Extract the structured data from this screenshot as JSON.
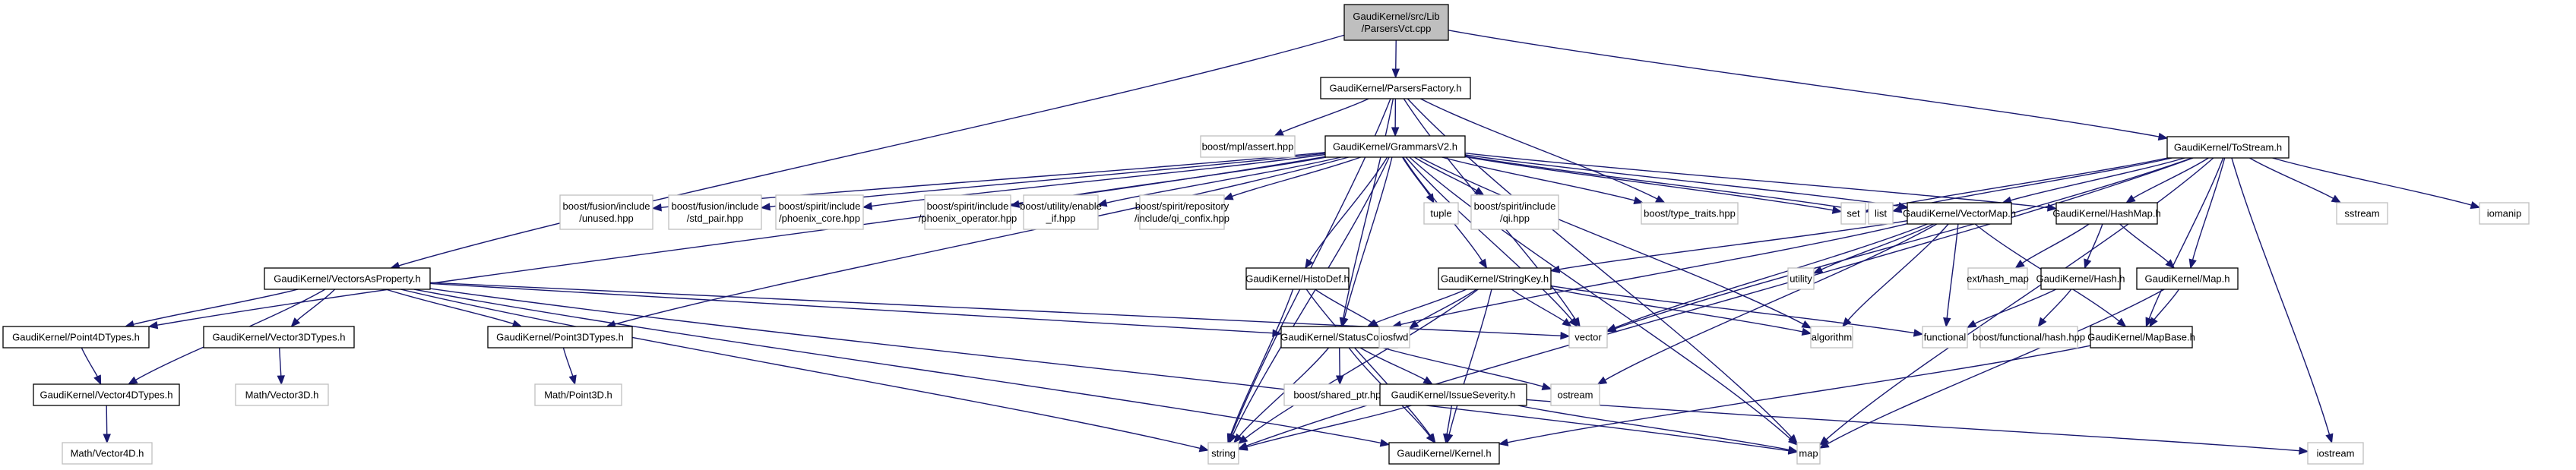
{
  "title": "Include dependency graph for GaudiKernel/src/Lib/ParsersVct.cpp",
  "colors": {
    "edge": "#191970",
    "root_fill": "#bfbfbf",
    "internal_border": "#000000",
    "external_border": "#bfbfbf"
  },
  "nodes": [
    {
      "id": "root",
      "kind": "root",
      "lines": [
        "GaudiKernel/src/Lib",
        "/ParsersVct.cpp"
      ]
    },
    {
      "id": "parsersfactory",
      "kind": "internal",
      "lines": [
        "GaudiKernel/ParsersFactory.h"
      ]
    },
    {
      "id": "mplassert",
      "kind": "external",
      "lines": [
        "boost/mpl/assert.hpp"
      ]
    },
    {
      "id": "grammarsv2",
      "kind": "internal",
      "lines": [
        "GaudiKernel/GrammarsV2.h"
      ]
    },
    {
      "id": "tostream",
      "kind": "internal",
      "lines": [
        "GaudiKernel/ToStream.h"
      ]
    },
    {
      "id": "unused",
      "kind": "external",
      "lines": [
        "boost/fusion/include",
        "/unused.hpp"
      ]
    },
    {
      "id": "stdpair",
      "kind": "external",
      "lines": [
        "boost/fusion/include",
        "/std_pair.hpp"
      ]
    },
    {
      "id": "phoenixcore",
      "kind": "external",
      "lines": [
        "boost/spirit/include",
        "/phoenix_core.hpp"
      ]
    },
    {
      "id": "phoenixop",
      "kind": "external",
      "lines": [
        "boost/spirit/include",
        "/phoenix_operator.hpp"
      ]
    },
    {
      "id": "enableif",
      "kind": "external",
      "lines": [
        "boost/utility/enable",
        "_if.hpp"
      ]
    },
    {
      "id": "qiconfix",
      "kind": "external",
      "lines": [
        "boost/spirit/repository",
        "/include/qi_confix.hpp"
      ]
    },
    {
      "id": "tuple",
      "kind": "external",
      "lines": [
        "tuple"
      ]
    },
    {
      "id": "qihpp",
      "kind": "external",
      "lines": [
        "boost/spirit/include",
        "/qi.hpp"
      ]
    },
    {
      "id": "typetraits",
      "kind": "external",
      "lines": [
        "boost/type_traits.hpp"
      ]
    },
    {
      "id": "set",
      "kind": "external",
      "lines": [
        "set"
      ]
    },
    {
      "id": "list",
      "kind": "external",
      "lines": [
        "list"
      ]
    },
    {
      "id": "vectormap",
      "kind": "internal",
      "lines": [
        "GaudiKernel/VectorMap.h"
      ]
    },
    {
      "id": "hashmap",
      "kind": "internal",
      "lines": [
        "GaudiKernel/HashMap.h"
      ]
    },
    {
      "id": "sstream",
      "kind": "external",
      "lines": [
        "sstream"
      ]
    },
    {
      "id": "iomanip",
      "kind": "external",
      "lines": [
        "iomanip"
      ]
    },
    {
      "id": "vectorsasproperty",
      "kind": "internal",
      "lines": [
        "GaudiKernel/VectorsAsProperty.h"
      ]
    },
    {
      "id": "histodef",
      "kind": "internal",
      "lines": [
        "GaudiKernel/HistoDef.h"
      ]
    },
    {
      "id": "stringkey",
      "kind": "internal",
      "lines": [
        "GaudiKernel/StringKey.h"
      ]
    },
    {
      "id": "utility",
      "kind": "external",
      "lines": [
        "utility"
      ]
    },
    {
      "id": "exthashmap",
      "kind": "external",
      "lines": [
        "ext/hash_map"
      ]
    },
    {
      "id": "hash",
      "kind": "internal",
      "lines": [
        "GaudiKernel/Hash.h"
      ]
    },
    {
      "id": "map_h",
      "kind": "internal",
      "lines": [
        "GaudiKernel/Map.h"
      ]
    },
    {
      "id": "point4d",
      "kind": "internal",
      "lines": [
        "GaudiKernel/Point4DTypes.h"
      ]
    },
    {
      "id": "vector3d",
      "kind": "internal",
      "lines": [
        "GaudiKernel/Vector3DTypes.h"
      ]
    },
    {
      "id": "point3d",
      "kind": "internal",
      "lines": [
        "GaudiKernel/Point3DTypes.h"
      ]
    },
    {
      "id": "statuscode",
      "kind": "internal",
      "lines": [
        "GaudiKernel/StatusCode.h"
      ]
    },
    {
      "id": "iosfwd",
      "kind": "external",
      "lines": [
        "iosfwd"
      ]
    },
    {
      "id": "vector",
      "kind": "external",
      "lines": [
        "vector"
      ]
    },
    {
      "id": "algorithm",
      "kind": "external",
      "lines": [
        "algorithm"
      ]
    },
    {
      "id": "functional",
      "kind": "external",
      "lines": [
        "functional"
      ]
    },
    {
      "id": "boosthash",
      "kind": "external",
      "lines": [
        "boost/functional/hash.hpp"
      ]
    },
    {
      "id": "mapbase",
      "kind": "internal",
      "lines": [
        "GaudiKernel/MapBase.h"
      ]
    },
    {
      "id": "vector4d",
      "kind": "internal",
      "lines": [
        "GaudiKernel/Vector4DTypes.h"
      ]
    },
    {
      "id": "mathvector3d",
      "kind": "external",
      "lines": [
        "Math/Vector3D.h"
      ]
    },
    {
      "id": "mathpoint3d",
      "kind": "external",
      "lines": [
        "Math/Point3D.h"
      ]
    },
    {
      "id": "sharedptr",
      "kind": "external",
      "lines": [
        "boost/shared_ptr.hpp"
      ]
    },
    {
      "id": "issueseverity",
      "kind": "internal",
      "lines": [
        "GaudiKernel/IssueSeverity.h"
      ]
    },
    {
      "id": "ostream",
      "kind": "external",
      "lines": [
        "ostream"
      ]
    },
    {
      "id": "mathvector4d",
      "kind": "external",
      "lines": [
        "Math/Vector4D.h"
      ]
    },
    {
      "id": "string",
      "kind": "external",
      "lines": [
        "string"
      ]
    },
    {
      "id": "kernel",
      "kind": "internal",
      "lines": [
        "GaudiKernel/Kernel.h"
      ]
    },
    {
      "id": "map",
      "kind": "external",
      "lines": [
        "map"
      ]
    },
    {
      "id": "iostream",
      "kind": "external",
      "lines": [
        "iostream"
      ]
    }
  ],
  "edges": [
    [
      "root",
      "parsersfactory"
    ],
    [
      "root",
      "vectorsasproperty"
    ],
    [
      "root",
      "tostream"
    ],
    [
      "parsersfactory",
      "mplassert"
    ],
    [
      "parsersfactory",
      "grammarsv2"
    ],
    [
      "parsersfactory",
      "typetraits"
    ],
    [
      "parsersfactory",
      "statuscode"
    ],
    [
      "parsersfactory",
      "string"
    ],
    [
      "parsersfactory",
      "map"
    ],
    [
      "parsersfactory",
      "vector"
    ],
    [
      "grammarsv2",
      "unused"
    ],
    [
      "grammarsv2",
      "stdpair"
    ],
    [
      "grammarsv2",
      "phoenixcore"
    ],
    [
      "grammarsv2",
      "phoenixop"
    ],
    [
      "grammarsv2",
      "enableif"
    ],
    [
      "grammarsv2",
      "qiconfix"
    ],
    [
      "grammarsv2",
      "tuple"
    ],
    [
      "grammarsv2",
      "qihpp"
    ],
    [
      "grammarsv2",
      "typetraits"
    ],
    [
      "grammarsv2",
      "set"
    ],
    [
      "grammarsv2",
      "list"
    ],
    [
      "grammarsv2",
      "vectormap"
    ],
    [
      "grammarsv2",
      "hashmap"
    ],
    [
      "grammarsv2",
      "histodef"
    ],
    [
      "grammarsv2",
      "stringkey"
    ],
    [
      "grammarsv2",
      "point4d"
    ],
    [
      "grammarsv2",
      "point3d"
    ],
    [
      "grammarsv2",
      "statuscode"
    ],
    [
      "grammarsv2",
      "string"
    ],
    [
      "grammarsv2",
      "vector"
    ],
    [
      "grammarsv2",
      "map"
    ],
    [
      "grammarsv2",
      "algorithm"
    ],
    [
      "tostream",
      "set"
    ],
    [
      "tostream",
      "list"
    ],
    [
      "tostream",
      "vectormap"
    ],
    [
      "tostream",
      "hashmap"
    ],
    [
      "tostream",
      "map_h"
    ],
    [
      "tostream",
      "sstream"
    ],
    [
      "tostream",
      "iomanip"
    ],
    [
      "tostream",
      "vector"
    ],
    [
      "tostream",
      "string"
    ],
    [
      "tostream",
      "map"
    ],
    [
      "tostream",
      "iostream"
    ],
    [
      "tostream",
      "mapbase"
    ],
    [
      "vectormap",
      "stringkey"
    ],
    [
      "vectormap",
      "utility"
    ],
    [
      "vectormap",
      "vector"
    ],
    [
      "vectormap",
      "algorithm"
    ],
    [
      "vectormap",
      "functional"
    ],
    [
      "vectormap",
      "ostream"
    ],
    [
      "vectormap",
      "statuscode"
    ],
    [
      "vectormap",
      "mapbase"
    ],
    [
      "hashmap",
      "exthashmap"
    ],
    [
      "hashmap",
      "hash"
    ],
    [
      "hashmap",
      "map_h"
    ],
    [
      "hash",
      "functional"
    ],
    [
      "hash",
      "boosthash"
    ],
    [
      "map_h",
      "mapbase"
    ],
    [
      "map_h",
      "map"
    ],
    [
      "mapbase",
      "kernel"
    ],
    [
      "histodef",
      "iosfwd"
    ],
    [
      "histodef",
      "string"
    ],
    [
      "histodef",
      "kernel"
    ],
    [
      "stringkey",
      "statuscode"
    ],
    [
      "stringkey",
      "iosfwd"
    ],
    [
      "stringkey",
      "vector"
    ],
    [
      "stringkey",
      "algorithm"
    ],
    [
      "stringkey",
      "functional"
    ],
    [
      "stringkey",
      "string"
    ],
    [
      "stringkey",
      "kernel"
    ],
    [
      "vectorsasproperty",
      "point4d"
    ],
    [
      "vectorsasproperty",
      "vector3d"
    ],
    [
      "vectorsasproperty",
      "point3d"
    ],
    [
      "vectorsasproperty",
      "vector4d"
    ],
    [
      "vectorsasproperty",
      "statuscode"
    ],
    [
      "vectorsasproperty",
      "vector"
    ],
    [
      "vectorsasproperty",
      "string"
    ],
    [
      "vectorsasproperty",
      "map"
    ],
    [
      "vectorsasproperty",
      "kernel"
    ],
    [
      "point4d",
      "vector4d"
    ],
    [
      "vector3d",
      "mathvector3d"
    ],
    [
      "point3d",
      "mathpoint3d"
    ],
    [
      "vector4d",
      "mathvector4d"
    ],
    [
      "statuscode",
      "sharedptr"
    ],
    [
      "statuscode",
      "issueseverity"
    ],
    [
      "statuscode",
      "ostream"
    ],
    [
      "statuscode",
      "string"
    ],
    [
      "statuscode",
      "kernel"
    ],
    [
      "issueseverity",
      "kernel"
    ],
    [
      "issueseverity",
      "string"
    ],
    [
      "issueseverity",
      "map"
    ],
    [
      "issueseverity",
      "iostream"
    ]
  ]
}
